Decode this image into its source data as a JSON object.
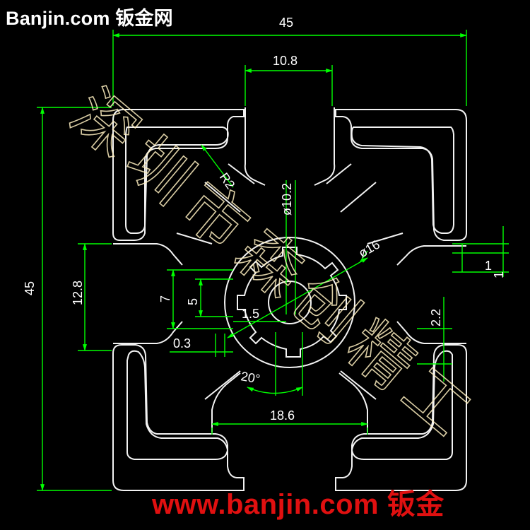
{
  "branding": {
    "top_text": "Banjin.com 钣金网",
    "bottom_text": "www.banjin.com 钣金",
    "watermark": "深圳市森创精工"
  },
  "dimensions": {
    "overall_width": "45",
    "overall_height": "45",
    "slot_top_width": "10.8",
    "center_hole_diameter": "ø10.2",
    "outer_circle_diameter": "ø16",
    "corner_radius": "R2",
    "slot_side_height": "12.8",
    "inner_7": "7",
    "inner_5": "5",
    "spoke_width": "1.5",
    "gap": "0.3",
    "angle": "20°",
    "bottom_width": "18.6",
    "wall": "2.2",
    "edge_1a": "1",
    "edge_1b": "1"
  },
  "colors": {
    "profile": "#ffffff",
    "dimension_lines": "#00ff00",
    "brand_bottom": "#e01010",
    "watermark": "#fff0c0"
  }
}
